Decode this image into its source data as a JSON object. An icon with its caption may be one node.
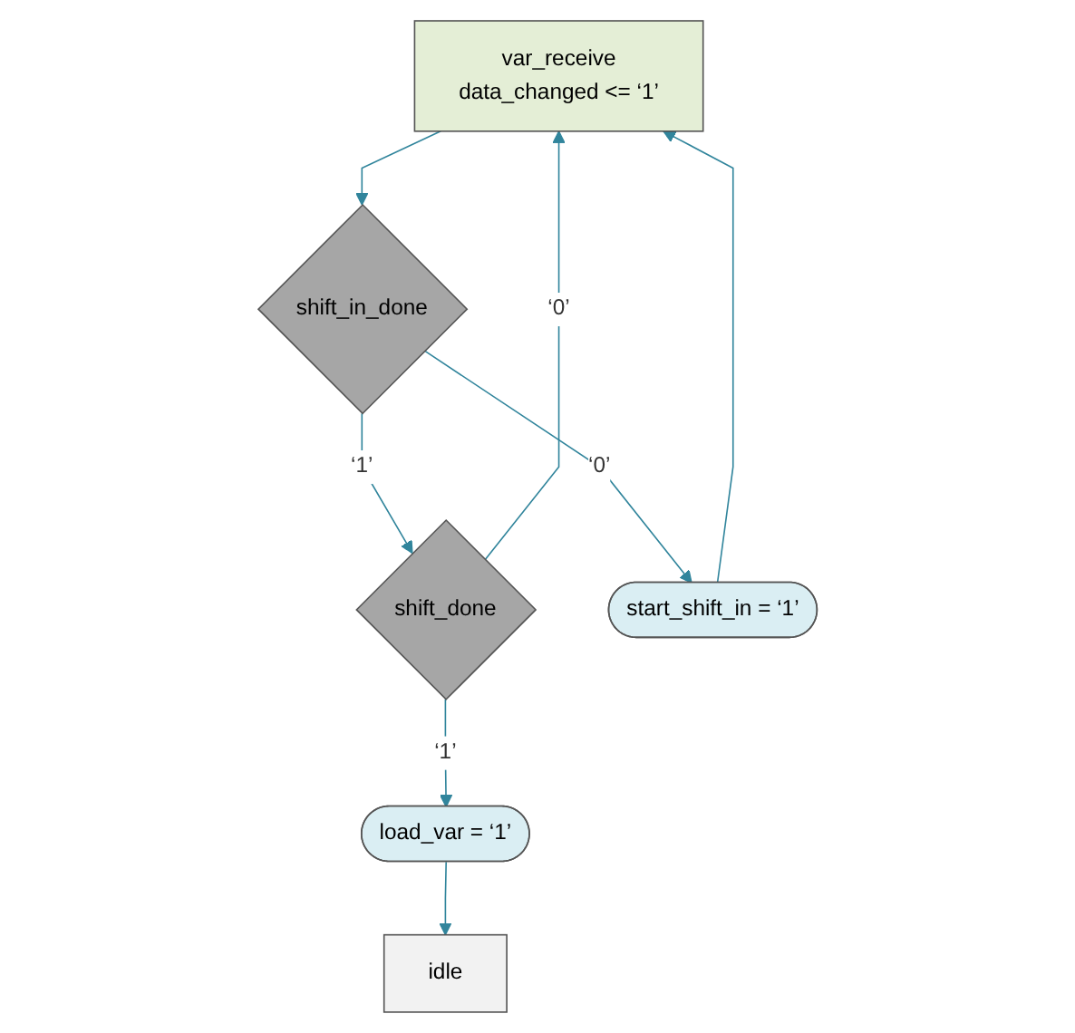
{
  "diagram": {
    "nodes": [
      {
        "text": [
          "var_receive",
          "data_changed <= ‘1’"
        ]
      },
      {
        "text": [
          "shift_in_done"
        ]
      },
      {
        "text": [
          "shift_done"
        ]
      },
      {
        "text": [
          "start_shift_in = ‘1’"
        ]
      },
      {
        "text": [
          "load_var = ‘1’"
        ]
      },
      {
        "text": [
          "idle"
        ]
      }
    ],
    "edges": [
      {
        "from": 0,
        "to": 1,
        "arrow": "to"
      },
      {
        "from": 1,
        "to": 2,
        "arrow": "to",
        "label": "‘1’"
      },
      {
        "from": 1,
        "to": 3,
        "arrow": "to",
        "label": "‘0’"
      },
      {
        "from": 2,
        "to": 0,
        "arrow": "to",
        "label": "‘0’"
      },
      {
        "from": 2,
        "to": 4,
        "arrow": "to",
        "label": "‘1’"
      },
      {
        "from": 3,
        "to": 0,
        "arrow": "to"
      },
      {
        "from": 4,
        "to": 5,
        "arrow": "to"
      }
    ]
  }
}
